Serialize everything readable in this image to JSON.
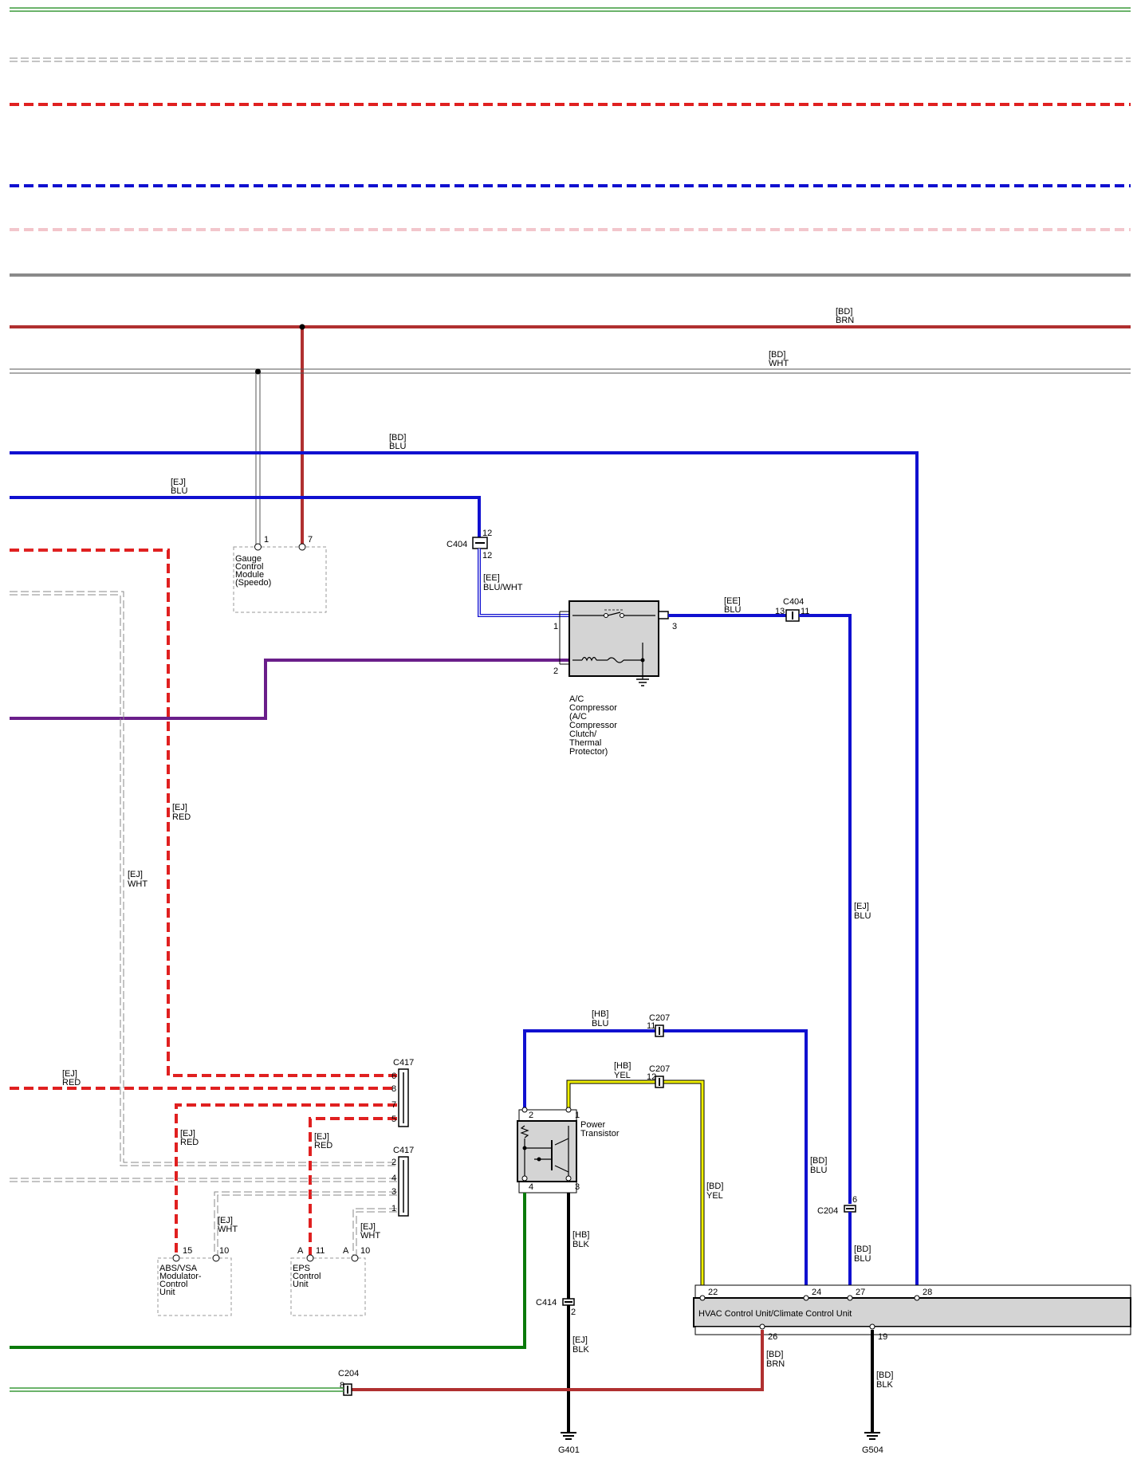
{
  "wires": {
    "bd_brn": {
      "code": "[BD]",
      "color": "BRN"
    },
    "bd_wht": {
      "code": "[BD]",
      "color": "WHT"
    },
    "bd_blu": {
      "code": "[BD]",
      "color": "BLU"
    },
    "ej_blu_top": {
      "code": "[EJ]",
      "color": "BLU"
    },
    "ee_blu_wht": {
      "code": "[EE]",
      "color": "BLU/WHT"
    },
    "ee_blu": {
      "code": "[EE]",
      "color": "BLU"
    },
    "ej_red_main": {
      "code": "[EJ]",
      "color": "RED"
    },
    "ej_wht_vert": {
      "code": "[EJ]",
      "color": "WHT"
    },
    "ej_blu_right": {
      "code": "[EJ]",
      "color": "BLU"
    },
    "hb_blu": {
      "code": "[HB]",
      "color": "BLU"
    },
    "hb_yel": {
      "code": "[HB]",
      "color": "YEL"
    },
    "ej_red_left": {
      "code": "[EJ]",
      "color": "RED"
    },
    "ej_red_abs": {
      "code": "[EJ]",
      "color": "RED"
    },
    "ej_red_eps": {
      "code": "[EJ]",
      "color": "RED"
    },
    "ej_wht_abs": {
      "code": "[EJ]",
      "color": "WHT"
    },
    "ej_wht_eps": {
      "code": "[EJ]",
      "color": "WHT"
    },
    "bd_blu_24": {
      "code": "[BD]",
      "color": "BLU"
    },
    "bd_yel": {
      "code": "[BD]",
      "color": "YEL"
    },
    "hb_blk": {
      "code": "[HB]",
      "color": "BLK"
    },
    "bd_blu_27": {
      "code": "[BD]",
      "color": "BLU"
    },
    "ej_blk": {
      "code": "[EJ]",
      "color": "BLK"
    },
    "bd_brn_26": {
      "code": "[BD]",
      "color": "BRN"
    },
    "bd_blk": {
      "code": "[BD]",
      "color": "BLK"
    }
  },
  "connectors": {
    "c404_a": {
      "name": "C404",
      "pin_top": "12",
      "pin_bottom": "12"
    },
    "c404_b": {
      "name": "C404",
      "pin_left": "13",
      "pin_right": "11"
    },
    "c207_a": {
      "name": "C207",
      "pin": "11"
    },
    "c207_b": {
      "name": "C207",
      "pin": "12"
    },
    "c417_a": {
      "name": "C417",
      "pins": [
        "6",
        "8",
        "7",
        "5"
      ]
    },
    "c417_b": {
      "name": "C417",
      "pins": [
        "2",
        "4",
        "3",
        "1"
      ]
    },
    "c204_a": {
      "name": "C204",
      "pin": "6"
    },
    "c414": {
      "name": "C414",
      "pin": "2"
    },
    "c204_b": {
      "name": "C204",
      "pin": "8"
    }
  },
  "components": {
    "gauge": {
      "lines": [
        "Gauge",
        "Control",
        "Module",
        "(Speedo)"
      ],
      "pins": [
        "1",
        "7"
      ]
    },
    "ac_compressor": {
      "lines": [
        "A/C",
        "Compressor",
        "(A/C",
        "Compressor",
        "Clutch/",
        "Thermal",
        "Protector)"
      ],
      "pins": [
        "1",
        "2",
        "3"
      ]
    },
    "power_transistor": {
      "lines": [
        "Power",
        "Transistor"
      ],
      "pins": [
        "2",
        "1",
        "4",
        "3"
      ]
    },
    "abs_vsa": {
      "lines": [
        "ABS/VSA",
        "Modulator-",
        "Control",
        "Unit"
      ],
      "pins": [
        "15",
        "10"
      ]
    },
    "eps": {
      "lines": [
        "EPS",
        "Control",
        "Unit"
      ],
      "pins": [
        "A",
        "11",
        "A",
        "10"
      ]
    },
    "hvac": {
      "label": "HVAC Control Unit/Climate Control Unit",
      "pins_top": [
        "22",
        "24",
        "27",
        "28"
      ],
      "pins_bottom": [
        "26",
        "19"
      ]
    }
  },
  "grounds": {
    "g401": "G401",
    "g504": "G504"
  },
  "colors": {
    "red": "#e02020",
    "darkred": "#b03030",
    "blue": "#1010d0",
    "purple": "#6a1e8a",
    "green": "#0a7a0a",
    "yellow": "#e8e800",
    "black": "#000000",
    "gray": "#8a8a8a",
    "pink": "#f2c6cc",
    "bus_green": "#3a9a3a"
  }
}
